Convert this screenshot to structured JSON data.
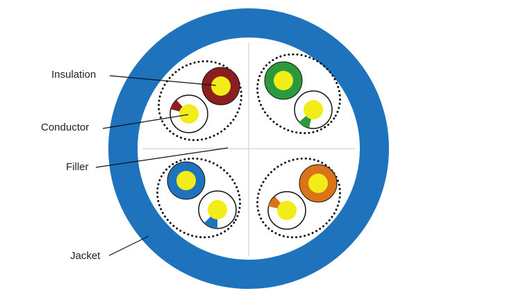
{
  "labels": {
    "insulation": "Insulation",
    "conductor": "Conductor",
    "filler": "Filler",
    "jacket": "Jacket"
  },
  "colors": {
    "jacket": "#1f73bd",
    "core_fill": "#ffffff",
    "conductor": "#f2ec18",
    "brown": "#8b1e1e",
    "green": "#2a9a3c",
    "blue": "#1f73bd",
    "orange": "#d9741a",
    "white_insulation": "#ffffff",
    "outline": "#111111",
    "filler_line": "#d8d8d8",
    "leader_line": "#111111"
  },
  "pairs": [
    {
      "id": "brown",
      "solid_color": "brown",
      "stripe_color": "brown"
    },
    {
      "id": "green",
      "solid_color": "green",
      "stripe_color": "green"
    },
    {
      "id": "blue",
      "solid_color": "blue",
      "stripe_color": "blue"
    },
    {
      "id": "orange",
      "solid_color": "orange",
      "stripe_color": "orange"
    }
  ]
}
